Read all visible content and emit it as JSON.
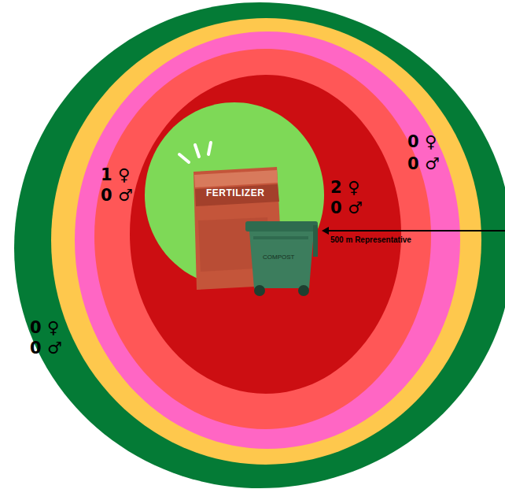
{
  "diagram": {
    "nodes": [
      {
        "text": [
          "0 ♀",
          "0 ♂"
        ]
      },
      {
        "text": [
          "0 ♀",
          "0 ♂"
        ],
        "in": 0
      },
      {
        "text": [
          "1 ♀",
          "0 ♂"
        ],
        "in": 1
      },
      {
        "text": [
          "2 ♀",
          "0 ♂"
        ],
        "in": 2
      }
    ],
    "labels": [
      "FERTILIZER",
      "COMPOST",
      "500 m Representative"
    ]
  }
}
